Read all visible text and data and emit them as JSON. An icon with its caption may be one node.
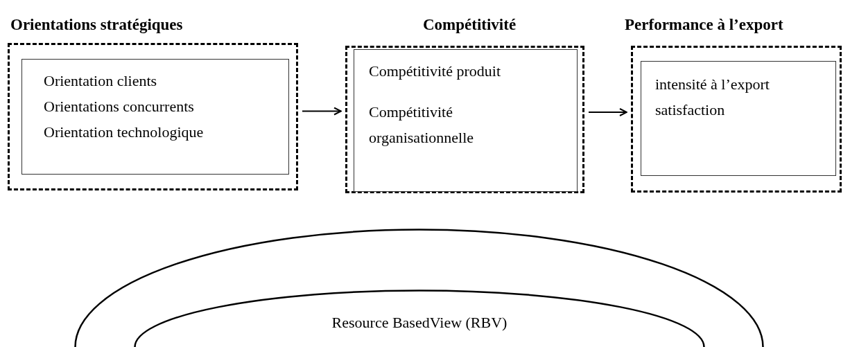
{
  "diagram": {
    "nodes": [
      {
        "text": [
          "Orientations stratégiques"
        ]
      },
      {
        "text": [
          "Orientation clients",
          "Orientations concurrents",
          "Orientation technologique"
        ],
        "in": 0
      },
      {
        "text": [
          "Compétitivité"
        ]
      },
      {
        "text": [
          "Compétitivité produit",
          "Compétitivité organisationnelle"
        ],
        "in": 2
      },
      {
        "text": [
          "Performance à l’export"
        ]
      },
      {
        "text": [
          "intensité à l’export",
          "satisfaction"
        ],
        "in": 4
      },
      {
        "text": [],
        "shape": "arch"
      },
      {
        "text": [
          "Resource BasedView (RBV)"
        ],
        "in": 6
      }
    ],
    "edges": [
      {
        "from": 0,
        "to": 2,
        "arrow": "to"
      },
      {
        "from": 2,
        "to": 4,
        "arrow": "to"
      }
    ]
  }
}
